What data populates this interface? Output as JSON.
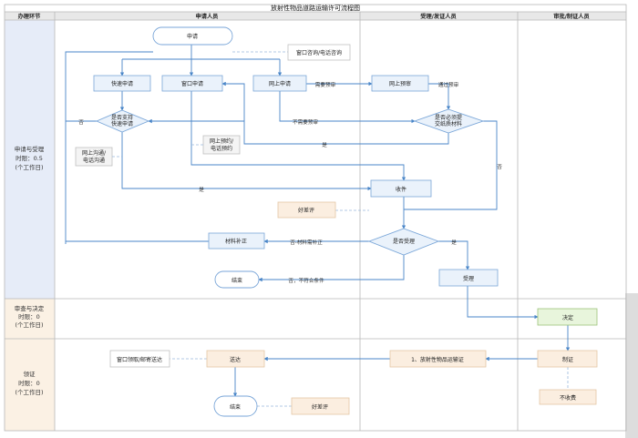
{
  "title": "放射性物品道路运输许可流程图",
  "columns": {
    "stage": "办理环节",
    "applicant": "申请人员",
    "acceptor": "受理/发证人员",
    "approver": "审批/制证人员"
  },
  "stages": {
    "s1": [
      "申请与受理",
      "时限：0.5",
      "(个工作日)"
    ],
    "s2": [
      "审查与决定",
      "时限：0",
      "(个工作日)"
    ],
    "s3": [
      "领证",
      "时限：0",
      "(个工作日)"
    ]
  },
  "nodes": {
    "apply": "申请",
    "consult": "窗口咨询/电话咨询",
    "fast_apply": "快速申请",
    "window_apply": "窗口申请",
    "online_apply": "网上申请",
    "online_precheck": "网上预审",
    "fast_check": [
      "是否支持",
      "快速申请"
    ],
    "online_comm": [
      "网上沟通/",
      "电话沟通"
    ],
    "online_reserve": [
      "网上预约/",
      "电话预约"
    ],
    "material_check": [
      "是否必须提",
      "交纸质材料"
    ],
    "receive": "收件",
    "review_good_1": "好差评",
    "accept_check": "是否受理",
    "supplement": "材料补正",
    "end_1": "结束",
    "accept": "受理",
    "decide": "决定",
    "certify": "制证",
    "issue": "1、放射性物品运输证",
    "send": "送达",
    "pickup": "窗口领取/邮寄送达",
    "end_2": "结束",
    "review_good_2": "好差评",
    "not_issue": "不收费"
  },
  "edges": {
    "need_precheck": "需要预审",
    "precheck_pass": "通过预审",
    "no_precheck": "不需要预审",
    "no": "否",
    "yes_1": "是",
    "yes_2": "是",
    "yes_3": "是",
    "no_material": "否",
    "need_supp": "否-材料需补正",
    "reject": "否，不符合条件"
  },
  "colors": {
    "flow_line": "#4a86c8",
    "node_border": "#7aa6d8",
    "node_fill": "#eaf2fb",
    "process_fill": "#fbeee0",
    "process_border": "#e4c7a6",
    "decide_fill": "#e8f5dc",
    "decide_border": "#9cc47a",
    "stage_col_fill_1": "#e6ecf8",
    "stage_col_fill_2": "#fbf1e4",
    "grid": "#b8b8b8"
  }
}
